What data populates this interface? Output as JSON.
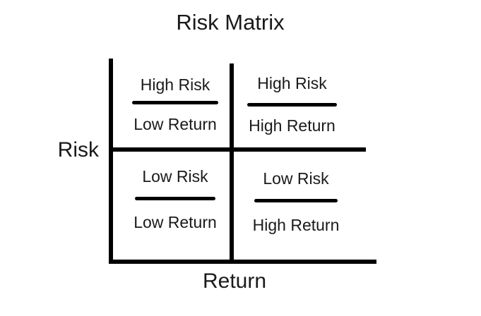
{
  "title": "Risk Matrix",
  "axes": {
    "y_label": "Risk",
    "x_label": "Return"
  },
  "quadrants": [
    {
      "position": "top-left",
      "risk": "High Risk",
      "return": "Low Return"
    },
    {
      "position": "top-right",
      "risk": "High Risk",
      "return": "High Return"
    },
    {
      "position": "bottom-left",
      "risk": "Low Risk",
      "return": "Low Return"
    },
    {
      "position": "bottom-right",
      "risk": "Low Risk",
      "return": "High Return"
    }
  ],
  "colors": {
    "background": "#ffffff",
    "line": "#000000",
    "text": "#1a1a1a"
  }
}
